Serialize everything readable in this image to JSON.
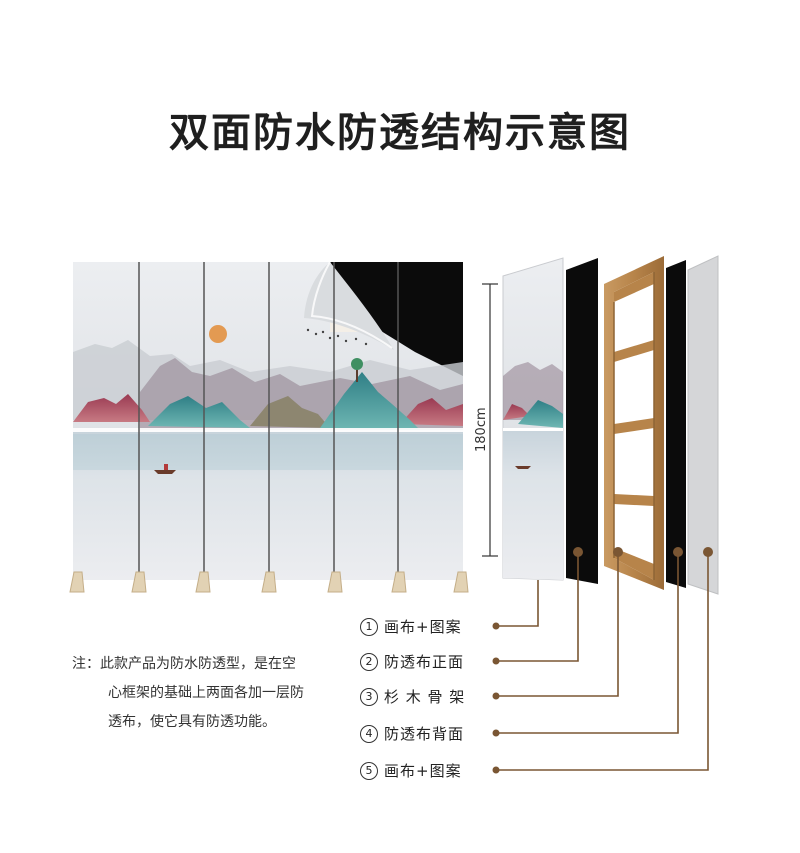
{
  "title": "双面防水防透结构示意图",
  "dimension_label": "180cm",
  "note": {
    "prefix": "注：",
    "lines": [
      "此款产品为防水防透型，是在空",
      "心框架的基础上两面各加一层防",
      "透布，使它具有防透功能。"
    ]
  },
  "layers": [
    {
      "num": "1",
      "label": "画布+图案"
    },
    {
      "num": "2",
      "label": "防透布正面"
    },
    {
      "num": "3",
      "label": "杉 木 骨 架"
    },
    {
      "num": "4",
      "label": "防透布背面"
    },
    {
      "num": "5",
      "label": "画布+图案"
    }
  ],
  "colors": {
    "wood": "#b98a54",
    "wood_dark": "#8d6435",
    "leader": "#7a5633",
    "blackout": "#0b0b0b",
    "canvas": "#e6e7ea"
  },
  "icons": [
    "landscape-painting",
    "wooden-frame",
    "peeled-corner"
  ]
}
